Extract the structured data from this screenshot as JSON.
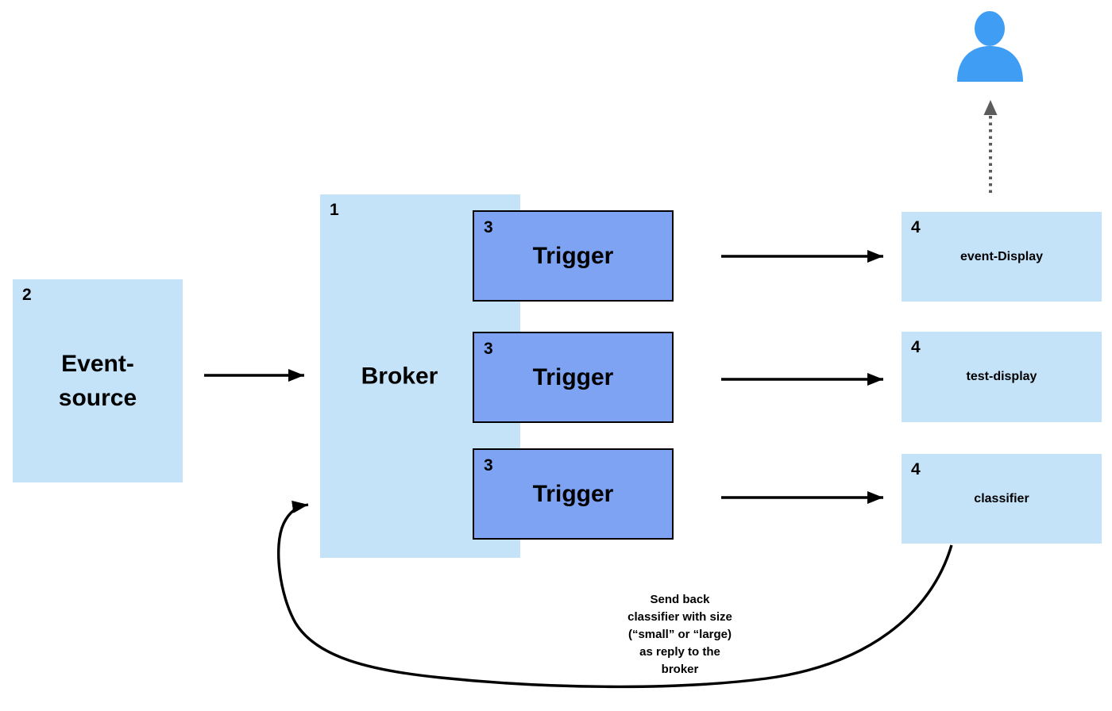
{
  "canvas": {
    "background": "#ffffff"
  },
  "colors": {
    "canvas_bg": "#ffffff",
    "box_light_blue": "#c4e3f9",
    "trigger_blue": "#7ea3f3",
    "person_blue": "#3f9df4",
    "arrow_black": "#000000",
    "dotted_arrow_gray": "#5c5c5c"
  },
  "nodes": {
    "event_source": {
      "number": "2",
      "title": "Event-\nsource"
    },
    "broker": {
      "number": "1",
      "title": "Broker"
    },
    "triggers": [
      {
        "number": "3",
        "title": "Trigger"
      },
      {
        "number": "3",
        "title": "Trigger"
      },
      {
        "number": "3",
        "title": "Trigger"
      }
    ],
    "services": [
      {
        "number": "4",
        "name": "event-Display"
      },
      {
        "number": "4",
        "name": "test-display"
      },
      {
        "number": "4",
        "name": "classifier"
      }
    ]
  },
  "annotation": {
    "text": "Send back\nclassifier with size\n(“small” or “large)\nas reply to the\nbroker"
  },
  "icons": {
    "user": "user-icon"
  }
}
